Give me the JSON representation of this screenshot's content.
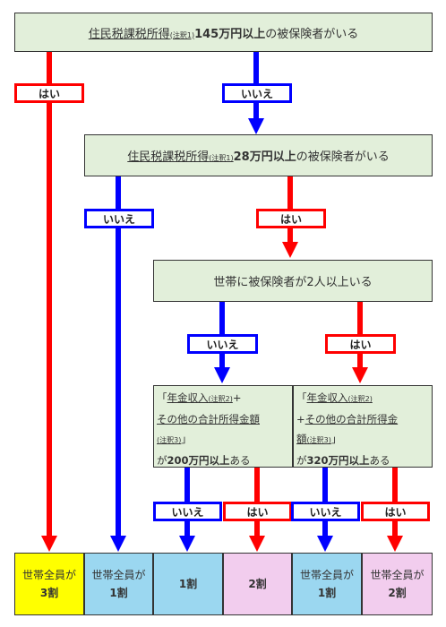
{
  "q1": {
    "pre": "住民税課税所得",
    "note": "(注釈1)",
    "amount": "145万円以上",
    "post": "の被保険者がいる"
  },
  "q2": {
    "pre": "住民税課税所得",
    "note": "(注釈1)",
    "amount": "28万円以上",
    "post": "の被保険者がいる"
  },
  "q3": {
    "text": "世帯に被保険者が2人以上いる"
  },
  "q4": {
    "l1a": "「",
    "l1b": "年金収入",
    "l1c": "(注釈2)",
    "l1d": "+",
    "l2": "その他の合計所得金額",
    "l3a": "(注釈3)",
    "l3b": "」",
    "l4a": "が",
    "l4b": "200万円以上",
    "l4c": "ある"
  },
  "q5": {
    "l1a": "「",
    "l1b": "年金収入",
    "l1c": "(注釈2)",
    "l2a": "+",
    "l2b": "その他の合計所得金",
    "l3a": "額",
    "l3b": "(注釈3)",
    "l3c": "」",
    "l4a": "が",
    "l4b": "320万円以上",
    "l4c": "ある"
  },
  "labels": {
    "yes": "はい",
    "no": "いいえ"
  },
  "results": [
    {
      "l1": "世帯全員が",
      "l2": "3割",
      "bg": "#ffff00"
    },
    {
      "l1": "世帯全員が",
      "l2": "1割",
      "bg": "#9bd7f0"
    },
    {
      "l1": "",
      "l2": "1割",
      "bg": "#9bd7f0"
    },
    {
      "l1": "",
      "l2": "2割",
      "bg": "#f2cdee"
    },
    {
      "l1": "世帯全員が",
      "l2": "1割",
      "bg": "#9bd7f0"
    },
    {
      "l1": "世帯全員が",
      "l2": "2割",
      "bg": "#f2cdee"
    }
  ],
  "colors": {
    "yes": "#ff0000",
    "no": "#0000ff",
    "box": "#e2efda"
  }
}
